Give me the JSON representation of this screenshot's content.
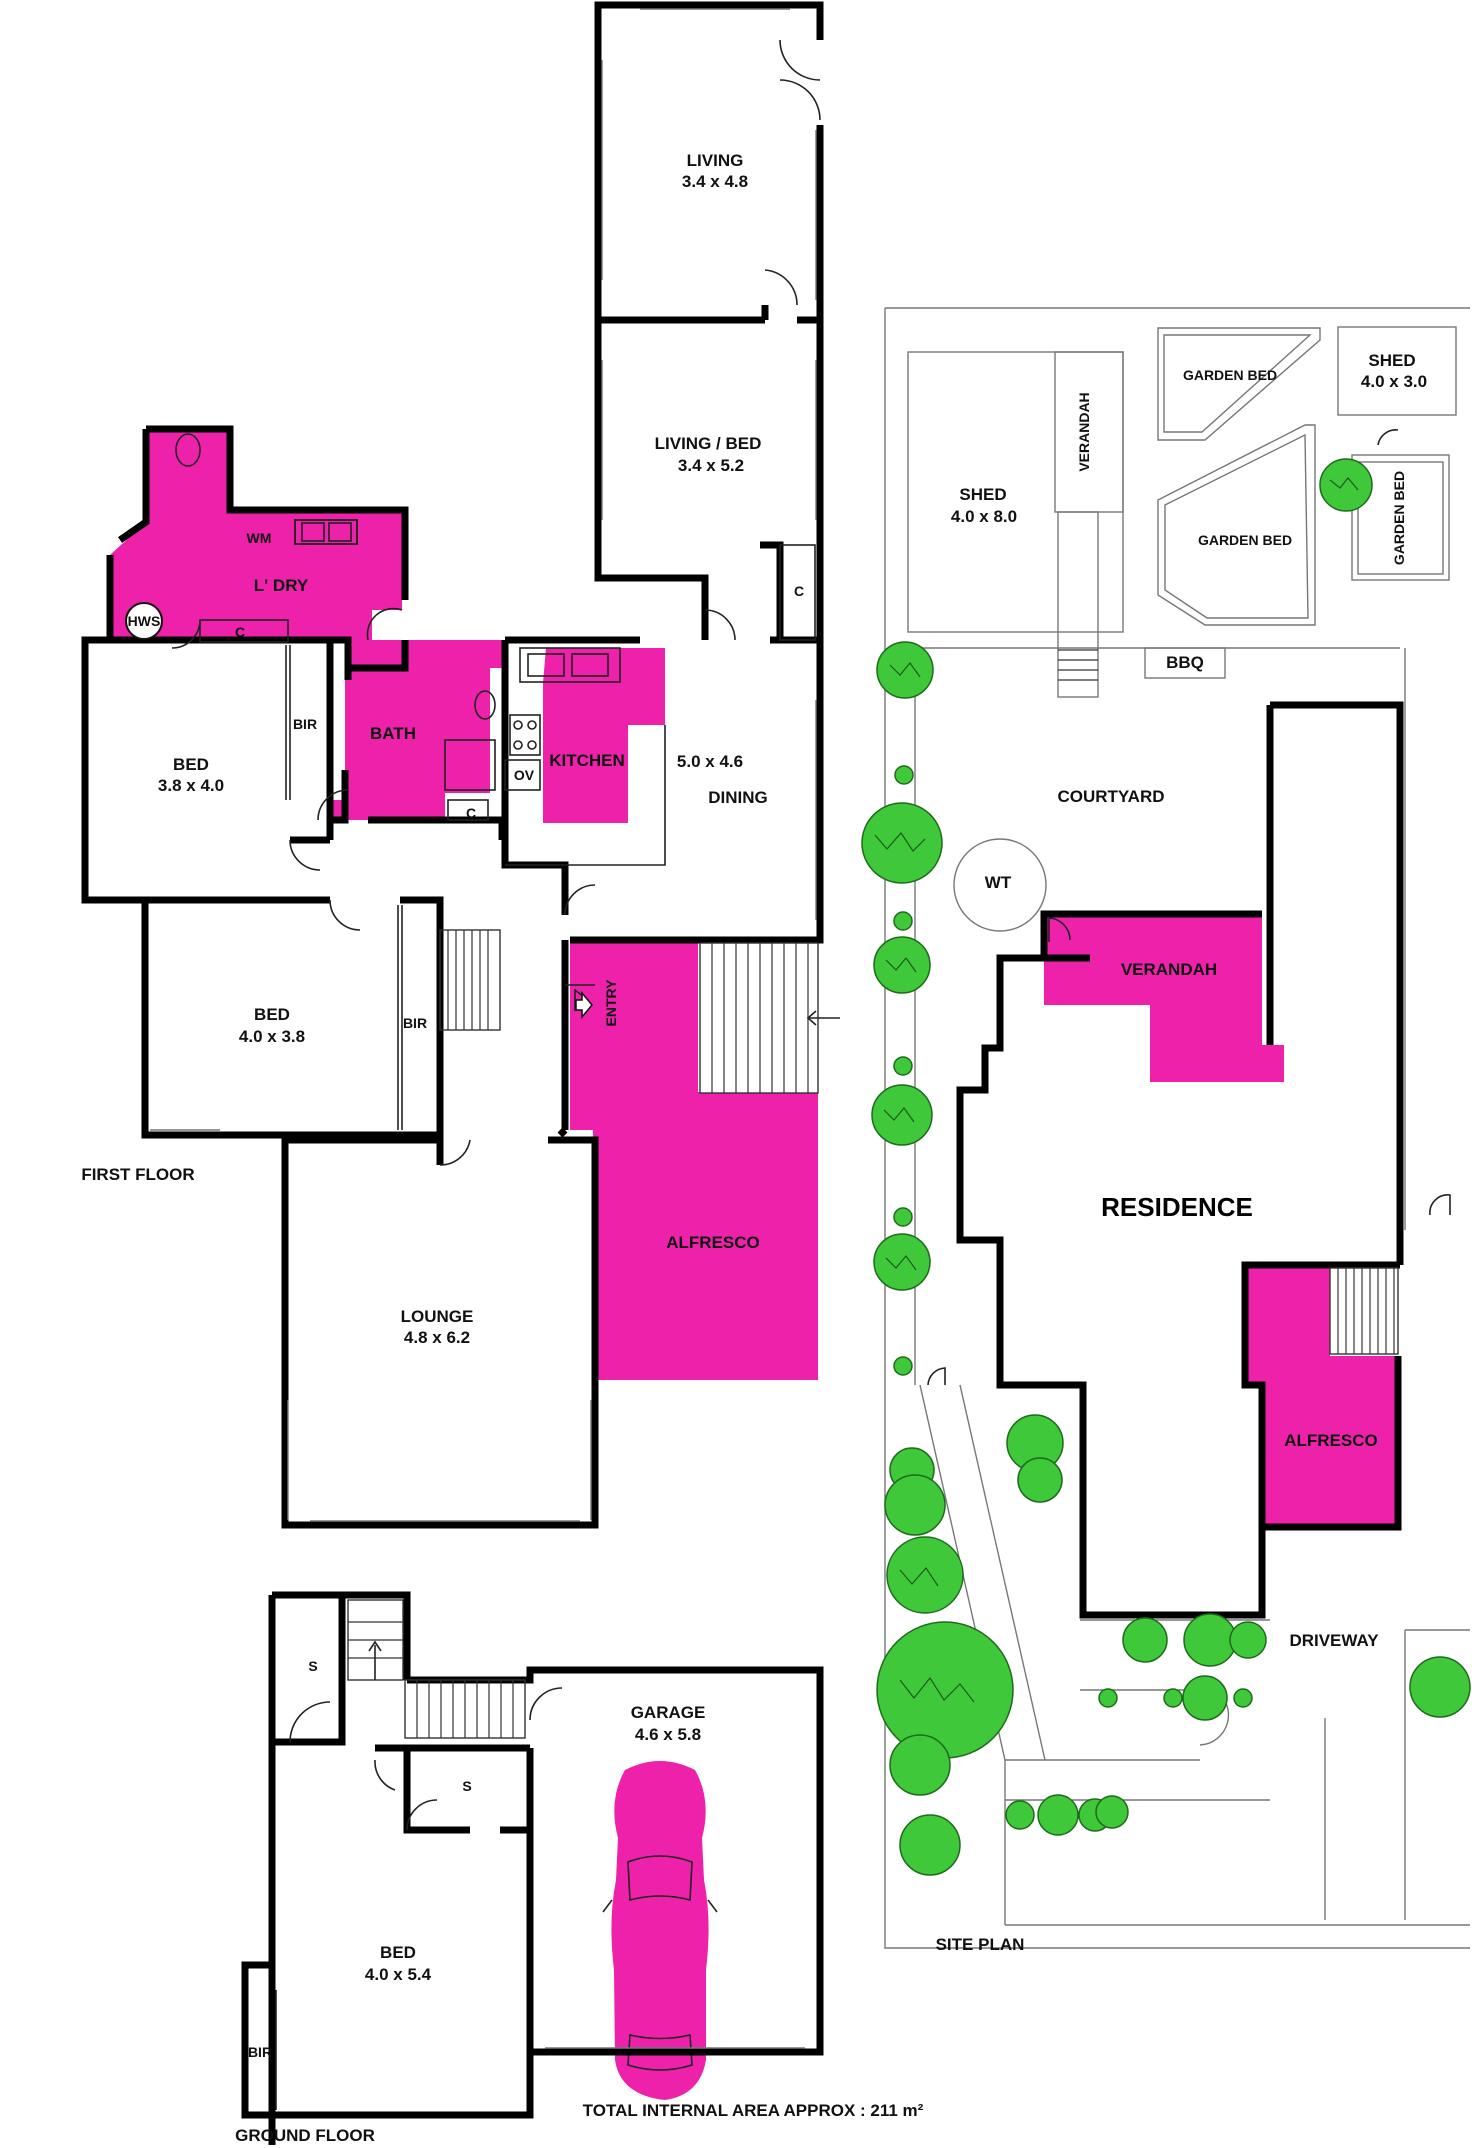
{
  "floor_plan": {
    "levels": {
      "first_floor": "FIRST FLOOR",
      "ground_floor": "GROUND FLOOR",
      "site_plan": "SITE PLAN"
    },
    "rooms": {
      "living": {
        "name": "LIVING",
        "size": "3.4 x 4.8"
      },
      "living_bed": {
        "name": "LIVING / BED",
        "size": "3.4 x 5.2"
      },
      "laundry": {
        "name": "L' DRY"
      },
      "wm": "WM",
      "hws": "HWS",
      "c_laundry": "C",
      "c_living": "C",
      "c_bath": "C",
      "bath": {
        "name": "BATH"
      },
      "bed1": {
        "name": "BED",
        "size": "3.8 x 4.0"
      },
      "bir1": "BIR",
      "kitchen": {
        "name": "KITCHEN"
      },
      "ov": "OV",
      "dining": {
        "name": "DINING",
        "size": "5.0 x 4.6"
      },
      "bed2": {
        "name": "BED",
        "size": "4.0 x 3.8"
      },
      "bir2": "BIR",
      "entry": "ENTRY",
      "alfresco": "ALFRESCO",
      "lounge": {
        "name": "LOUNGE",
        "size": "4.8 x 6.2"
      },
      "s1": "S",
      "s2": "S",
      "garage": {
        "name": "GARAGE",
        "size": "4.6 x 5.8"
      },
      "bed3": {
        "name": "BED",
        "size": "4.0 x 5.4"
      },
      "bir3": "BIR"
    },
    "site": {
      "garden_bed_1": "GARDEN BED",
      "garden_bed_2": "GARDEN BED",
      "garden_bed_3": "GARDEN BED",
      "shed_small": {
        "name": "SHED",
        "size": "4.0 x 3.0"
      },
      "shed_large": {
        "name": "SHED",
        "size": "4.0 x 8.0"
      },
      "verandah_top": "VERANDAH",
      "bbq": "BBQ",
      "courtyard": "COURTYARD",
      "wt": "WT",
      "verandah": "VERANDAH",
      "residence": "RESIDENCE",
      "alfresco": "ALFRESCO",
      "driveway": "DRIVEWAY"
    },
    "total_area": "TOTAL INTERNAL AREA APPROX : 211 m²"
  },
  "colors": {
    "highlight": "#ee22aa",
    "walls": "#000000",
    "trees": "#3fc93a"
  }
}
